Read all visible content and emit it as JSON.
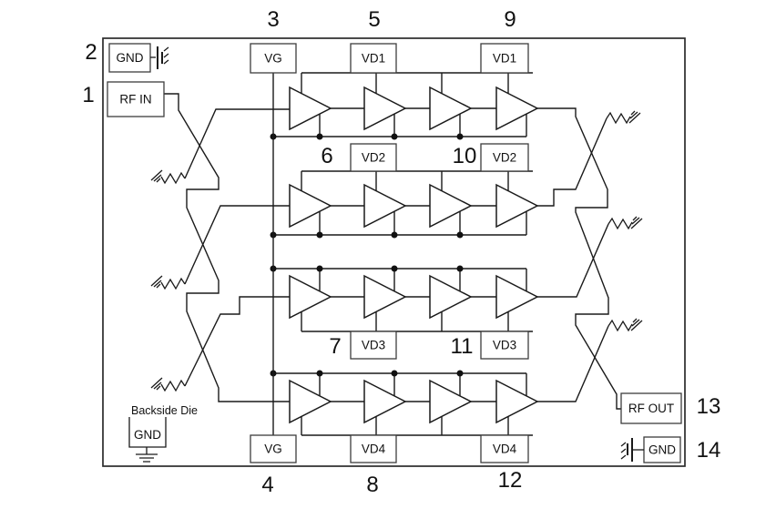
{
  "diagram": {
    "pins": {
      "p1": {
        "num": "1",
        "label": "RF IN"
      },
      "p2": {
        "num": "2",
        "label": "GND"
      },
      "p3": {
        "num": "3",
        "label": "VG"
      },
      "p4": {
        "num": "4",
        "label": "VG"
      },
      "p5": {
        "num": "5",
        "label": "VD1"
      },
      "p6": {
        "num": "6",
        "label": "VD2"
      },
      "p7": {
        "num": "7",
        "label": "VD3"
      },
      "p8": {
        "num": "8",
        "label": "VD4"
      },
      "p9": {
        "num": "9",
        "label": "VD1"
      },
      "p10": {
        "num": "10",
        "label": "VD2"
      },
      "p11": {
        "num": "11",
        "label": "VD3"
      },
      "p12": {
        "num": "12",
        "label": "VD4"
      },
      "p13": {
        "num": "13",
        "label": "RF OUT"
      },
      "p14": {
        "num": "14",
        "label": "GND"
      }
    },
    "backside_die": {
      "caption": "Backside Die",
      "label": "GND"
    },
    "amplifier_grid": {
      "rows": 4,
      "columns": 4,
      "symbol": "amplifier-triangle"
    },
    "colors": {
      "wire": "#1a1a1a",
      "box_border": "#3d3d3d",
      "text": "#111111",
      "background": "#ffffff"
    }
  }
}
